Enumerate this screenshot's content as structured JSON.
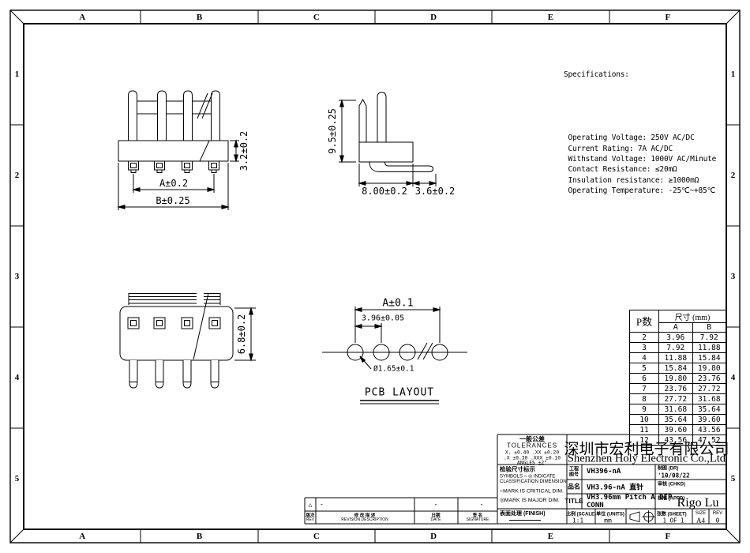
{
  "frame": {
    "col_labels": [
      "A",
      "B",
      "C",
      "D",
      "E",
      "F"
    ],
    "row_labels": [
      "1",
      "2",
      "3",
      "4",
      "5"
    ]
  },
  "specs": {
    "title": "Specifications:",
    "lines": [
      " Operating Voltage: 250V AC/DC",
      " Current Rating: 7A AC/DC",
      " Withstand Voltage: 1000V AC/Minute",
      " Contact Resistance: ≤20mΩ",
      " Insulation resistance: ≥1000mΩ",
      " Operating Temperature: -25℃~+85℃"
    ]
  },
  "front_view": {
    "dim_inner": "A±0.2",
    "dim_outer": "B±0.25",
    "dim_height": "3.2±0.2"
  },
  "side_view": {
    "dim_height": "9.5±0.25",
    "dim_body": "8.00±0.2",
    "dim_tail": "3.6±0.2"
  },
  "top_view": {
    "dim_height": "6.8±0.2"
  },
  "pcb": {
    "dim_span": "A±0.1",
    "dim_pitch": "3.96±0.05",
    "dim_hole": "Ø1.65±0.1",
    "caption": "PCB LAYOUT"
  },
  "size_table": {
    "col_p": "P数",
    "col_size": "尺寸 (mm)",
    "col_a": "A",
    "col_b": "B",
    "rows": [
      [
        "2",
        "3.96",
        "7.92"
      ],
      [
        "3",
        "7.92",
        "11.88"
      ],
      [
        "4",
        "11.88",
        "15.84"
      ],
      [
        "5",
        "15.84",
        "19.80"
      ],
      [
        "6",
        "19.80",
        "23.76"
      ],
      [
        "7",
        "23.76",
        "27.72"
      ],
      [
        "8",
        "27.72",
        "31.68"
      ],
      [
        "9",
        "31.68",
        "35.64"
      ],
      [
        "10",
        "35.64",
        "39.60"
      ],
      [
        "11",
        "39.60",
        "43.56"
      ],
      [
        "12",
        "43.56",
        "47.52"
      ]
    ]
  },
  "revision_strip": {
    "marker": "△",
    "desc_value": "-",
    "date_value": "-",
    "sign_value": "-",
    "col_rev_cn": "版次",
    "col_rev_en": "REV",
    "col_desc_cn": "修 改 描 述",
    "col_desc_en": "REVISION DESCRIPTION",
    "col_date_cn": "日期",
    "col_date_en": "DATE",
    "col_sign_cn": "签 名",
    "col_sign_en": "SIGNATURE"
  },
  "title_block": {
    "tol_title_cn": "一般公差",
    "tol_title_en": "TOLERANCES",
    "tol_line1": "X. ±0.40    .XX ±0.20",
    "tol_line2": ".X ±0.30   .XXX ±0.10",
    "tol_line3": "ANGLES      ±2°",
    "insp_title_cn": "检验尺寸标示",
    "insp_line1": "SYMBOLS ○ ◎ INDICATE",
    "insp_line2": "CLASSIFICATION  DIMENSION",
    "insp_line3": "○MARK IS CRITICAL DIM.",
    "insp_line4": "◎MARK IS MAJOR DIM.",
    "finish_label": "表面处理 (FINISH)",
    "company_cn": "深圳市宏利电子有限公司",
    "company_en": "Shenzhen Holy Electronic Co.,Ltd",
    "eng_no_label_l1": "工程",
    "eng_no_label_l2": "图号",
    "eng_no_value": "VH396-nA",
    "part_label": "品名",
    "part_value": "VH3.96-nA 直针",
    "title_label": "TITLE",
    "title_line1": "VH3.96mm  Pitch  A DIP",
    "title_line2": "CONN",
    "dr_label": "制图 (DR)",
    "dr_value": "'10/08/22",
    "chkd_label": "审核 (CHKD)",
    "appd_label": "核准 (APPD)",
    "appd_value": "Rigo Lu",
    "scale_label": "比例 (SCALE)",
    "scale_value": "1:1",
    "units_label": "单位 (UNITS)",
    "units_value": "mm",
    "sheet_label": "张数 (SHEET)",
    "sheet_value": "1 OF 1",
    "size_label": "SIZE",
    "size_value": "A4",
    "rev_label": "REV",
    "rev_value": "0"
  }
}
